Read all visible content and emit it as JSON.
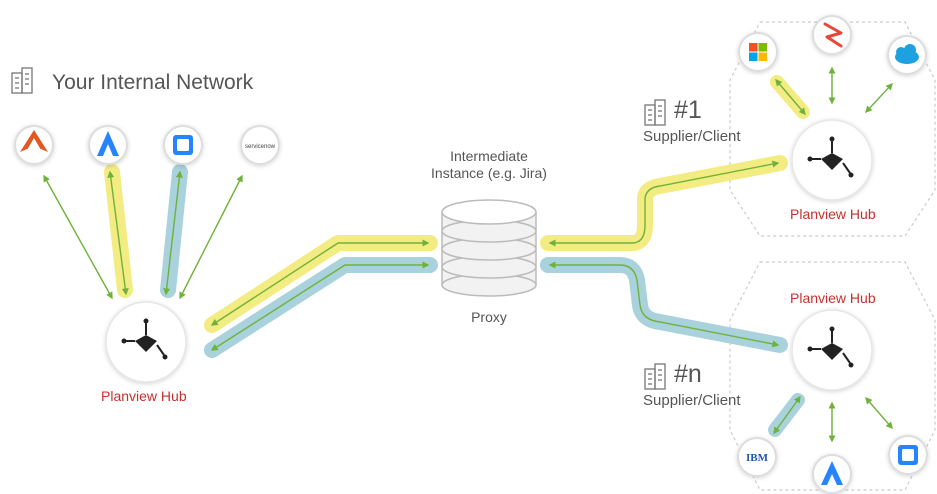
{
  "internal_network": {
    "title": "Your Internal Network"
  },
  "intermediate": {
    "line1": "Intermediate",
    "line2": "Instance (e.g. Jira)",
    "proxy_label": "Proxy"
  },
  "supplier_1": {
    "number": "#1",
    "label": "Supplier/Client"
  },
  "supplier_n": {
    "number": "#n",
    "label": "Supplier/Client"
  },
  "hubs": {
    "left": "Planview Hub",
    "top_right": "Planview Hub",
    "bottom_right": "Planview Hub"
  },
  "logos": {
    "servicenow_text": "servicenow",
    "ibm_text": "IBM"
  },
  "colors": {
    "yellow_highlight": "#f3ec82",
    "blue_highlight": "#a9d2dc",
    "arrow_green": "#6fb23a",
    "hub_red": "#c8302c",
    "jira_blue": "#2684ff",
    "workfront_orange": "#e2561f",
    "salesforce_blue": "#1ea1e0"
  }
}
